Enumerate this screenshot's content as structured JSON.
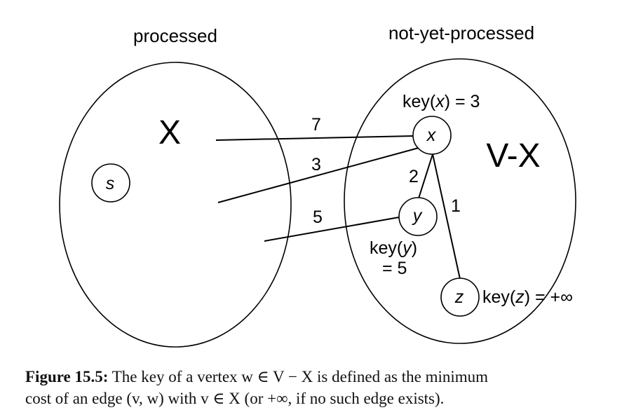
{
  "diagram": {
    "left_set_title": "processed",
    "right_set_title": "not-yet-processed",
    "left_set_label": "X",
    "right_set_label": "V-X",
    "vertices": [
      {
        "id": "s",
        "label": "s"
      },
      {
        "id": "x",
        "label": "x"
      },
      {
        "id": "y",
        "label": "y"
      },
      {
        "id": "z",
        "label": "z"
      }
    ],
    "edges": [
      {
        "from": "X",
        "to": "x",
        "cost": "7"
      },
      {
        "from": "X",
        "to": "x",
        "cost": "3"
      },
      {
        "from": "X",
        "to": "y",
        "cost": "5"
      },
      {
        "from": "x",
        "to": "y",
        "cost": "2"
      },
      {
        "from": "x",
        "to": "z",
        "cost": "1"
      }
    ],
    "keys": {
      "x": {
        "prefix": "key(",
        "var": "x",
        "suffix": ") = 3"
      },
      "y": {
        "line1_prefix": "key(",
        "var": "y",
        "line1_suffix": ")",
        "line2": "= 5"
      },
      "z": {
        "prefix": "key(",
        "var": "z",
        "suffix": ") = +∞"
      }
    }
  },
  "caption": {
    "label": "Figure 15.5:",
    "line1": "The key of a vertex w ∈ V − X is defined as the minimum",
    "line2": "cost of an edge (v, w) with v ∈ X (or +∞, if no such edge exists)."
  }
}
